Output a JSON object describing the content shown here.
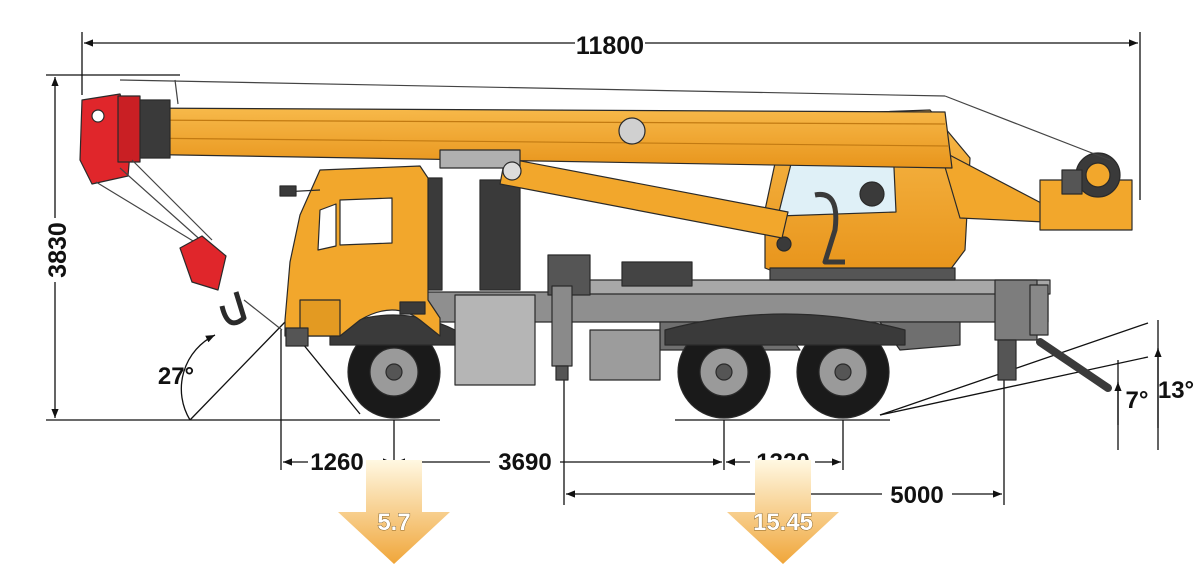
{
  "dimensions": {
    "overall_length": "11800",
    "height": "3830",
    "front_overhang": "1260",
    "wheelbase_front": "3690",
    "rear_axle_spacing": "1320",
    "outrigger_distance": "5000"
  },
  "angles": {
    "approach": "27°",
    "departure_low": "7°",
    "departure_high": "13°"
  },
  "axle_loads": {
    "front": "5.7",
    "rear": "15.45"
  },
  "colors": {
    "boom_orange": "#f2a72c",
    "hook_red": "#e0262b",
    "chassis_gray": "#8f8f8f",
    "tire_black": "#1a1a1a",
    "load_arrow_light": "#fff3cf",
    "load_arrow_dark": "#f0a63a"
  }
}
